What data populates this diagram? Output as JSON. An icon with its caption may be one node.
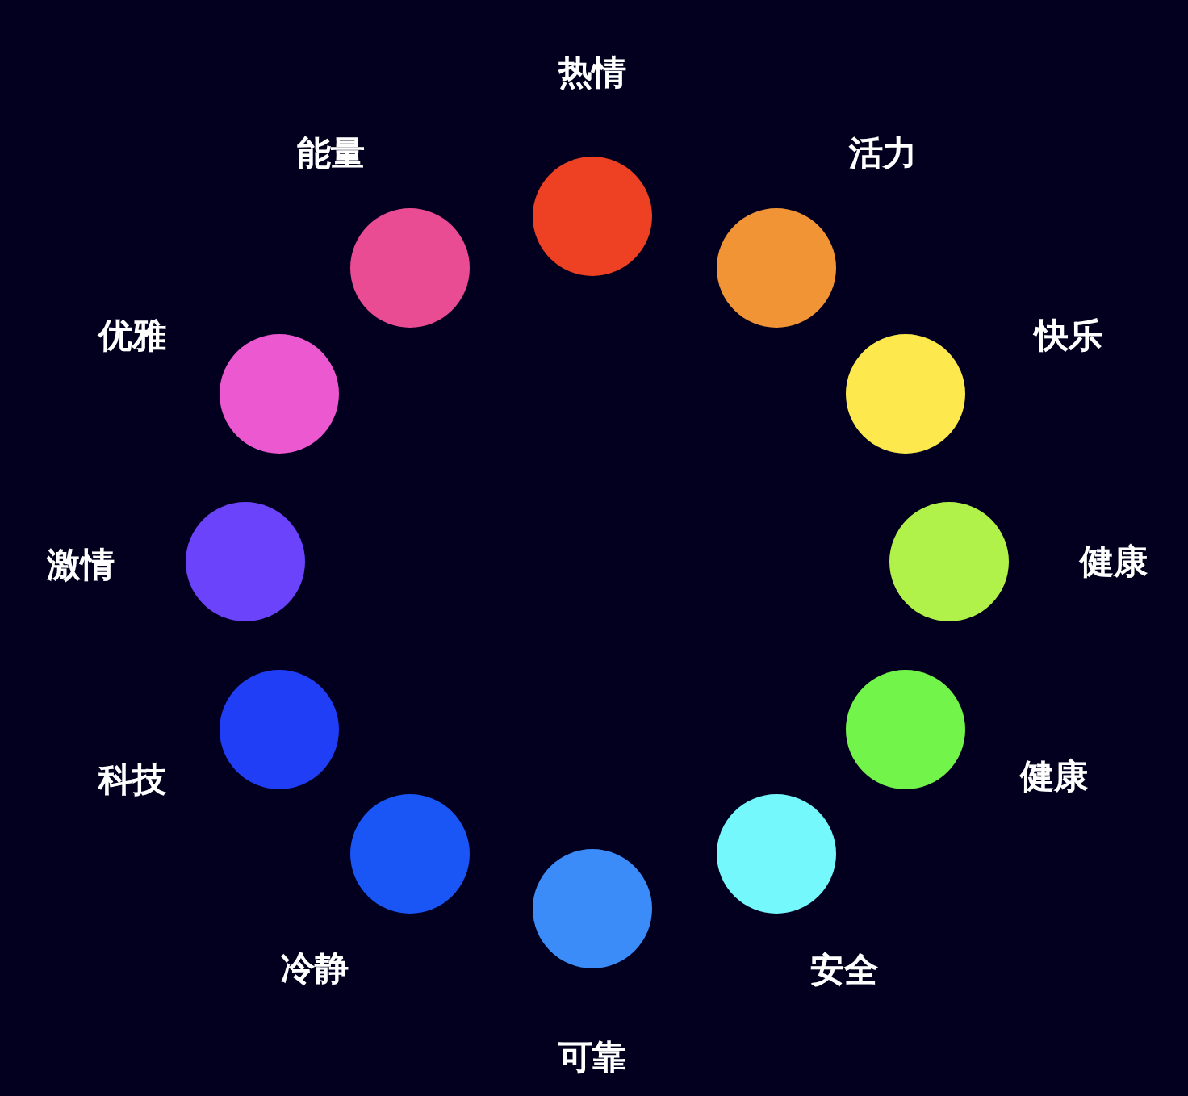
{
  "diagram": {
    "nodes": [
      {
        "text": [
          "热情"
        ]
      },
      {
        "text": [
          "活力"
        ]
      },
      {
        "text": [
          "快乐"
        ]
      },
      {
        "text": [
          "健康"
        ]
      },
      {
        "text": [
          "健康"
        ]
      },
      {
        "text": [
          "安全"
        ]
      },
      {
        "text": [
          "可靠"
        ]
      },
      {
        "text": [
          "冷静"
        ]
      },
      {
        "text": [
          "科技"
        ]
      },
      {
        "text": [
          "激情"
        ]
      },
      {
        "text": [
          "优雅"
        ]
      },
      {
        "text": [
          "能量"
        ]
      }
    ]
  }
}
